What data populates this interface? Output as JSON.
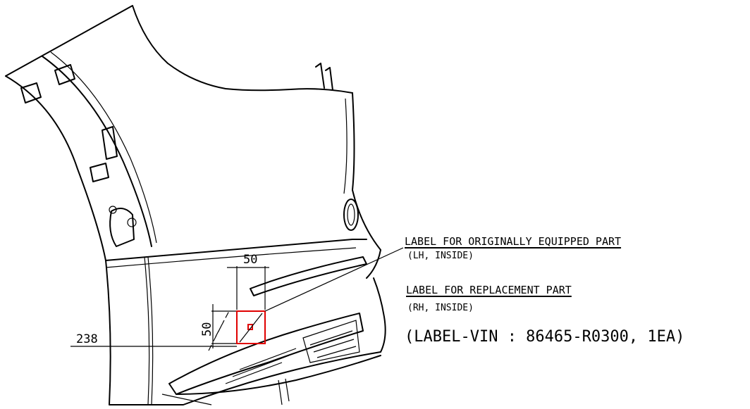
{
  "dimensions": {
    "width_label": "50",
    "height_label": "50",
    "offset_label": "238"
  },
  "labels": {
    "original_title": "LABEL FOR ORIGINALLY EQUIPPED PART",
    "original_position": "(LH, INSIDE)",
    "replacement_title": "LABEL FOR REPLACEMENT PART",
    "replacement_position": "(RH, INSIDE)",
    "part_spec": "(LABEL-VIN : 86465-R0300, 1EA)"
  },
  "colors": {
    "line": "#000000",
    "label_marker": "#e00000"
  }
}
